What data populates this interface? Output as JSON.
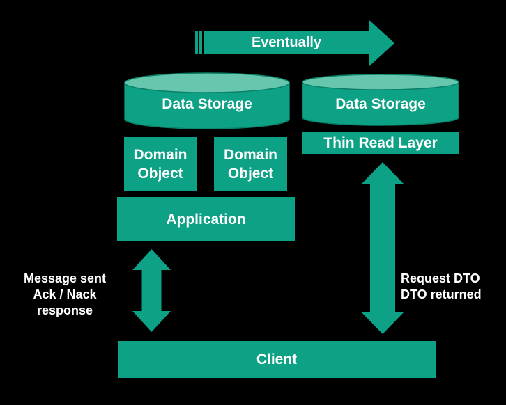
{
  "colors": {
    "accent": "#0da185",
    "accent_light": "#66c7ae",
    "outline": "#0a8168",
    "background": "#000000",
    "text": "#ffffff"
  },
  "eventually_arrow": {
    "label": "Eventually"
  },
  "write_side": {
    "data_storage_label": "Data Storage",
    "domain_object_1_label": "Domain Object",
    "domain_object_2_label": "Domain Object",
    "application_label": "Application",
    "arrow_labels": {
      "line1": "Message sent",
      "line2": "Ack / Nack response"
    }
  },
  "read_side": {
    "data_storage_label": "Data Storage",
    "thin_read_layer_label": "Thin Read Layer",
    "arrow_labels": {
      "line1": "Request DTO",
      "line2": "DTO returned"
    }
  },
  "client": {
    "label": "Client"
  }
}
